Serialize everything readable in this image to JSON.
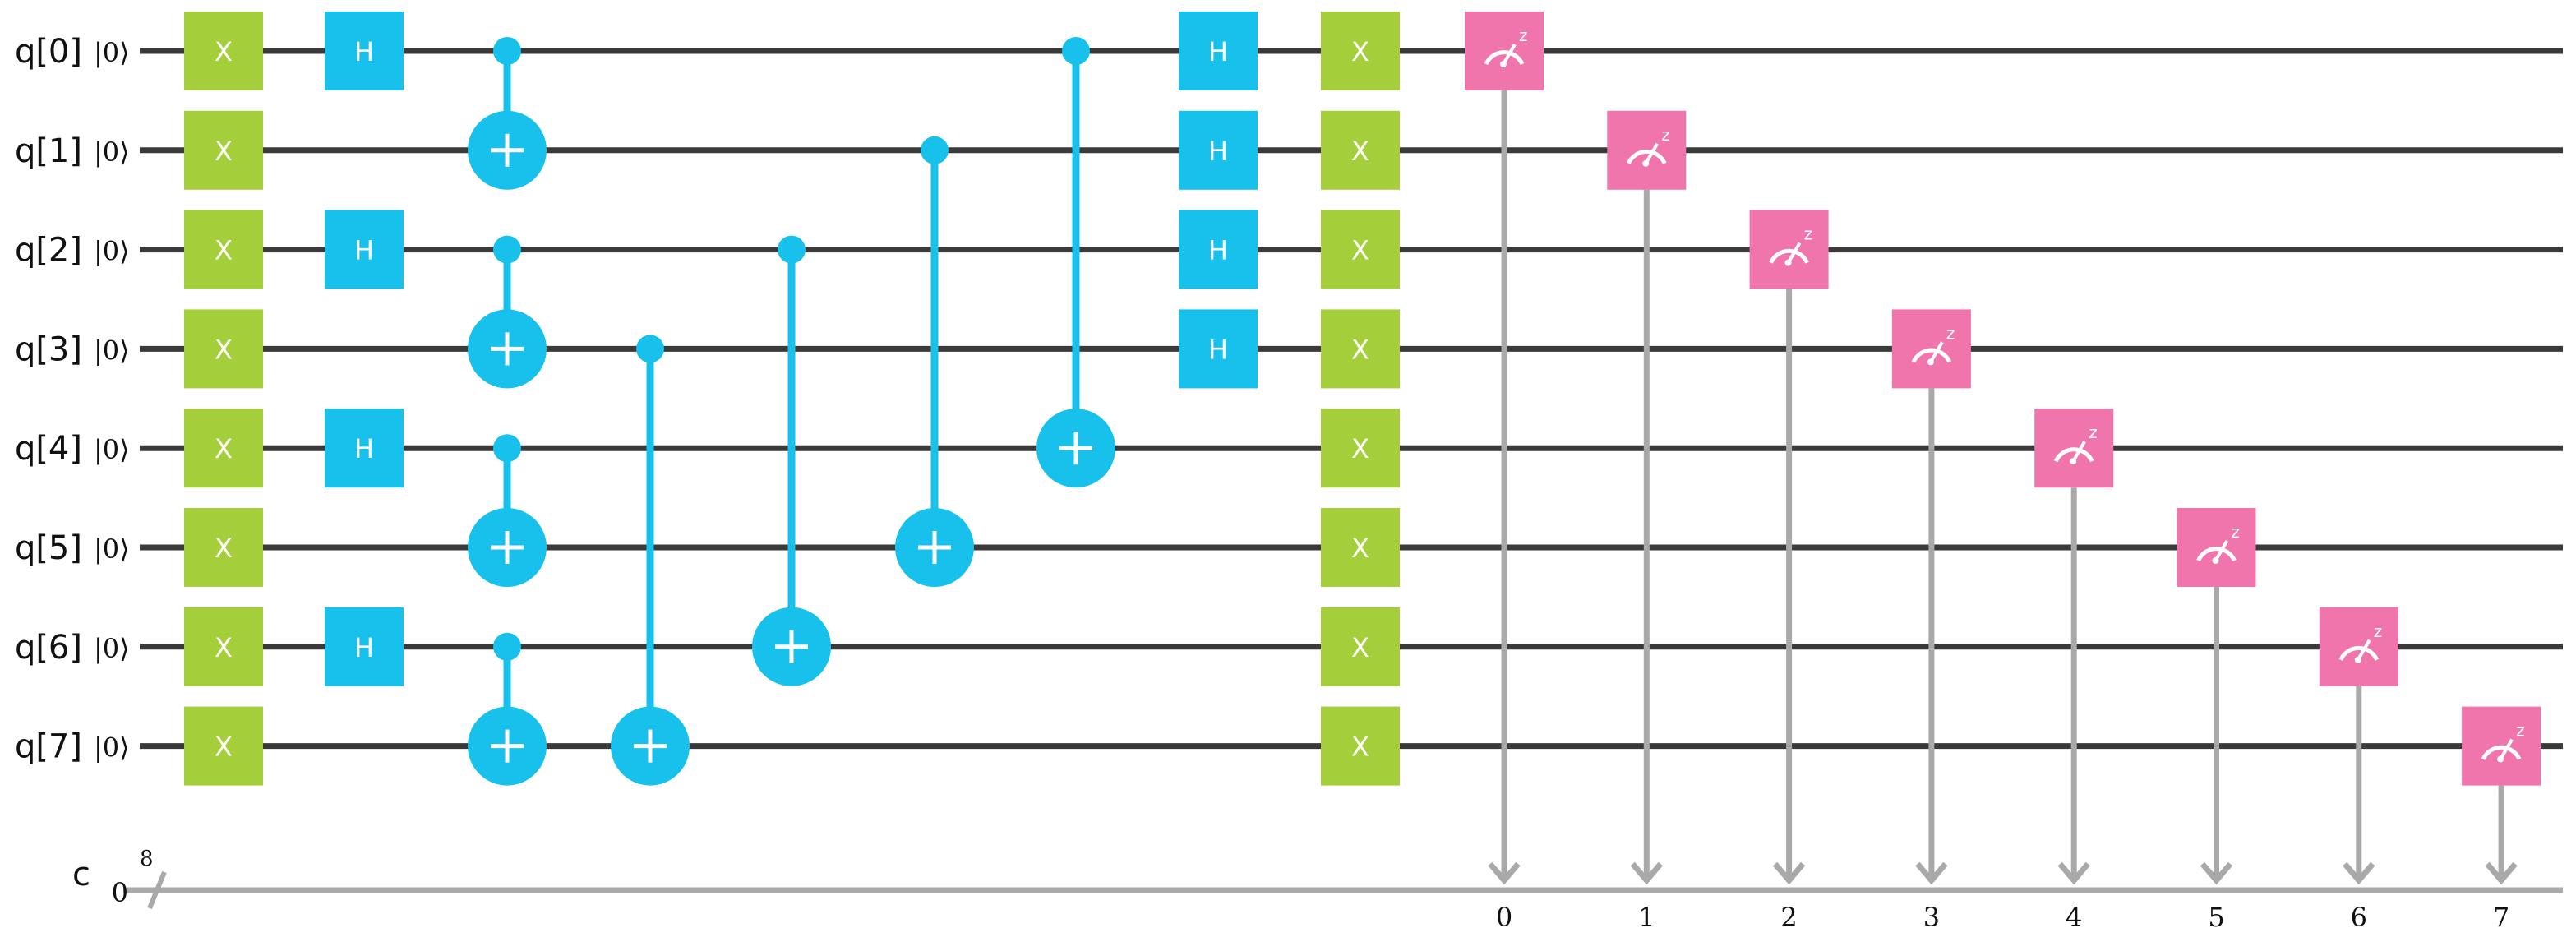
{
  "qubits": [
    {
      "label": "q[0]",
      "init": "|0⟩"
    },
    {
      "label": "q[1]",
      "init": "|0⟩"
    },
    {
      "label": "q[2]",
      "init": "|0⟩"
    },
    {
      "label": "q[3]",
      "init": "|0⟩"
    },
    {
      "label": "q[4]",
      "init": "|0⟩"
    },
    {
      "label": "q[5]",
      "init": "|0⟩"
    },
    {
      "label": "q[6]",
      "init": "|0⟩"
    },
    {
      "label": "q[7]",
      "init": "|0⟩"
    }
  ],
  "classical": {
    "label": "c",
    "init": "0",
    "width": "8"
  },
  "x_gate_label": "X",
  "h_gate_label": "H",
  "meter_label": "z",
  "classical_bits": [
    "0",
    "1",
    "2",
    "3",
    "4",
    "5",
    "6",
    "7"
  ],
  "colors": {
    "x_gate": "#a5cf3a",
    "h_gate": "#17c1ec",
    "cnot": "#17c1ec",
    "measure": "#f175ad",
    "wire": "#3a3a3a",
    "classical_wire": "#a9a9a9"
  },
  "gates": [
    {
      "type": "X",
      "qubits": [
        0,
        1,
        2,
        3,
        4,
        5,
        6,
        7
      ],
      "column": 0
    },
    {
      "type": "H",
      "qubits": [
        0,
        2,
        4,
        6
      ],
      "column": 1
    },
    {
      "type": "CNOT",
      "control": 0,
      "target": 1,
      "column": 2
    },
    {
      "type": "CNOT",
      "control": 2,
      "target": 3,
      "column": 2
    },
    {
      "type": "CNOT",
      "control": 4,
      "target": 5,
      "column": 2
    },
    {
      "type": "CNOT",
      "control": 6,
      "target": 7,
      "column": 2
    },
    {
      "type": "CNOT",
      "control": 3,
      "target": 7,
      "column": 3
    },
    {
      "type": "CNOT",
      "control": 2,
      "target": 6,
      "column": 4
    },
    {
      "type": "CNOT",
      "control": 1,
      "target": 5,
      "column": 5
    },
    {
      "type": "CNOT",
      "control": 0,
      "target": 4,
      "column": 6
    },
    {
      "type": "H",
      "qubits": [
        0,
        1,
        2,
        3
      ],
      "column": 7
    },
    {
      "type": "X",
      "qubits": [
        0,
        1,
        2,
        3,
        4,
        5,
        6,
        7
      ],
      "column": 8
    }
  ],
  "measurements": [
    {
      "qubit": 0,
      "bit": 0
    },
    {
      "qubit": 1,
      "bit": 1
    },
    {
      "qubit": 2,
      "bit": 2
    },
    {
      "qubit": 3,
      "bit": 3
    },
    {
      "qubit": 4,
      "bit": 4
    },
    {
      "qubit": 5,
      "bit": 5
    },
    {
      "qubit": 6,
      "bit": 6
    },
    {
      "qubit": 7,
      "bit": 7
    }
  ]
}
